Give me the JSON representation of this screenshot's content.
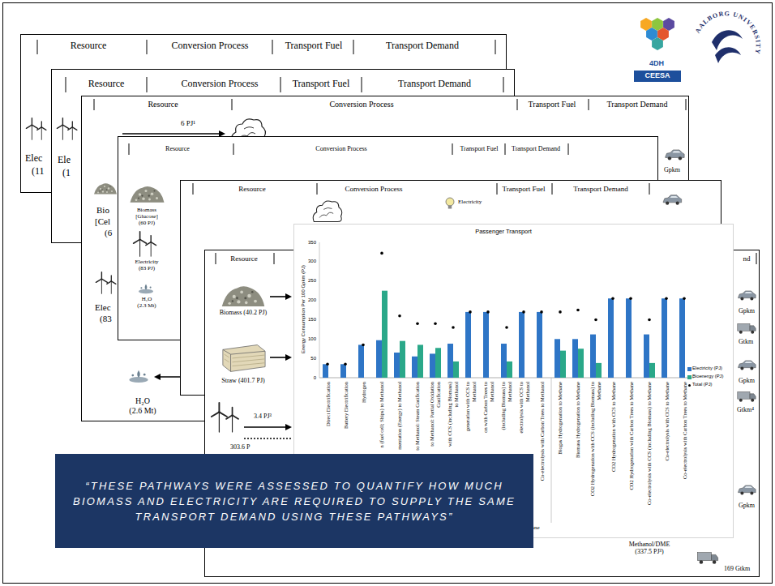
{
  "diagram": {
    "nodes": [
      {
        "text": [
          "Resource",
          "Conversion Process",
          "Transport Fuel",
          "Transport Demand"
        ]
      },
      {
        "text": [
          "Resource",
          "Conversion Process",
          "Transport Fuel",
          "Transport Demand"
        ]
      },
      {
        "text": [
          "Resource",
          "Conversion Process",
          "Transport Fuel",
          "Transport Demand"
        ]
      },
      {
        "text": [
          "Resource",
          "Conversion Process",
          "Transport Fuel",
          "Transport Demand"
        ]
      },
      {
        "text": [
          "Resource",
          "Conversion Process",
          "Transport Fuel",
          "Transport Demand"
        ]
      },
      {
        "text": [
          "Resource",
          "nd"
        ]
      },
      {
        "text": [
          "Passenger Transport"
        ]
      },
      {
        "text": [
          "“THESE PATHWAYS WERE ASSESSED TO QUANTIFY HOW MUCH BIOMASS AND ELECTRICITY ARE REQUIRED TO SUPPLY THE SAME TRANSPORT DEMAND USING THESE PATHWAYS”"
        ]
      }
    ],
    "labels": [
      "Elec",
      "(11",
      "Ele",
      "(1",
      "6 PJ¹",
      "Bio",
      "[Cel",
      "(6",
      "Elec",
      "(83",
      "H₂O (2.6 Mt)",
      "Gpkm",
      "Biomass [Glucose] (60 PJ)",
      "Electricity (83 PJ)",
      "H₂O (2.3 Mt)",
      "Electricity",
      "Biomass (40.2 PJ)",
      "Straw (401.7 PJ)",
      "3.4 PJ³",
      "303.6 P",
      "Gpkm",
      "Gtkm",
      "Gpkm",
      "Gtkm⁴",
      "Gpkm",
      "Methanol/DME (337.5 PJ³)",
      "169 Gtkm",
      "Energy Consumption Per 100 Gpkm (PJ)",
      "0",
      "50",
      "100",
      "150",
      "200",
      "250",
      "300",
      "350",
      "Direct Electrification",
      "Battery Electrification",
      "Hydrogen",
      "n (fuel cell; Ships) to Methanol",
      "mentation (Energy) to Methanol",
      "to Methanol: Steam Gasification",
      "to Methanol: Partial Oxidation Gasification",
      "with CCS (including Biomass) to Methanol",
      "generation with CCS to Methanol",
      "on with Carbon Trees to Methanol",
      "(including Biomass) to Methanol",
      "electrolysis with CCS to Methanol",
      "Co-electrolysis with Carbon Trees to Methanol",
      "Biogas Hydrogenation to Methane",
      "Biomass Hydrogenation to Methane",
      "CO2 Hydrogenation with CCS (including Biomass) to Methane",
      "CO2 Hydrogenation with CCS to Methane",
      "CO2 Hydrogenation with Carbon Trees to Methane",
      "Co-electrolysis with CCS (including Biomass) to Methane",
      "Co-electrolysis with CCS to Methane",
      "Co-electrolysis with Carbon Trees to Methane",
      "Methane",
      "4DH",
      "CEESA",
      "AALBORG UNIVERSITY"
    ],
    "legend": [
      {
        "text": "Electricity (PJ)",
        "color": "#2e75c6"
      },
      {
        "text": "Bioenergy (PJ)",
        "color": "#2aa889"
      },
      {
        "text": "Total (PJ)"
      }
    ]
  }
}
